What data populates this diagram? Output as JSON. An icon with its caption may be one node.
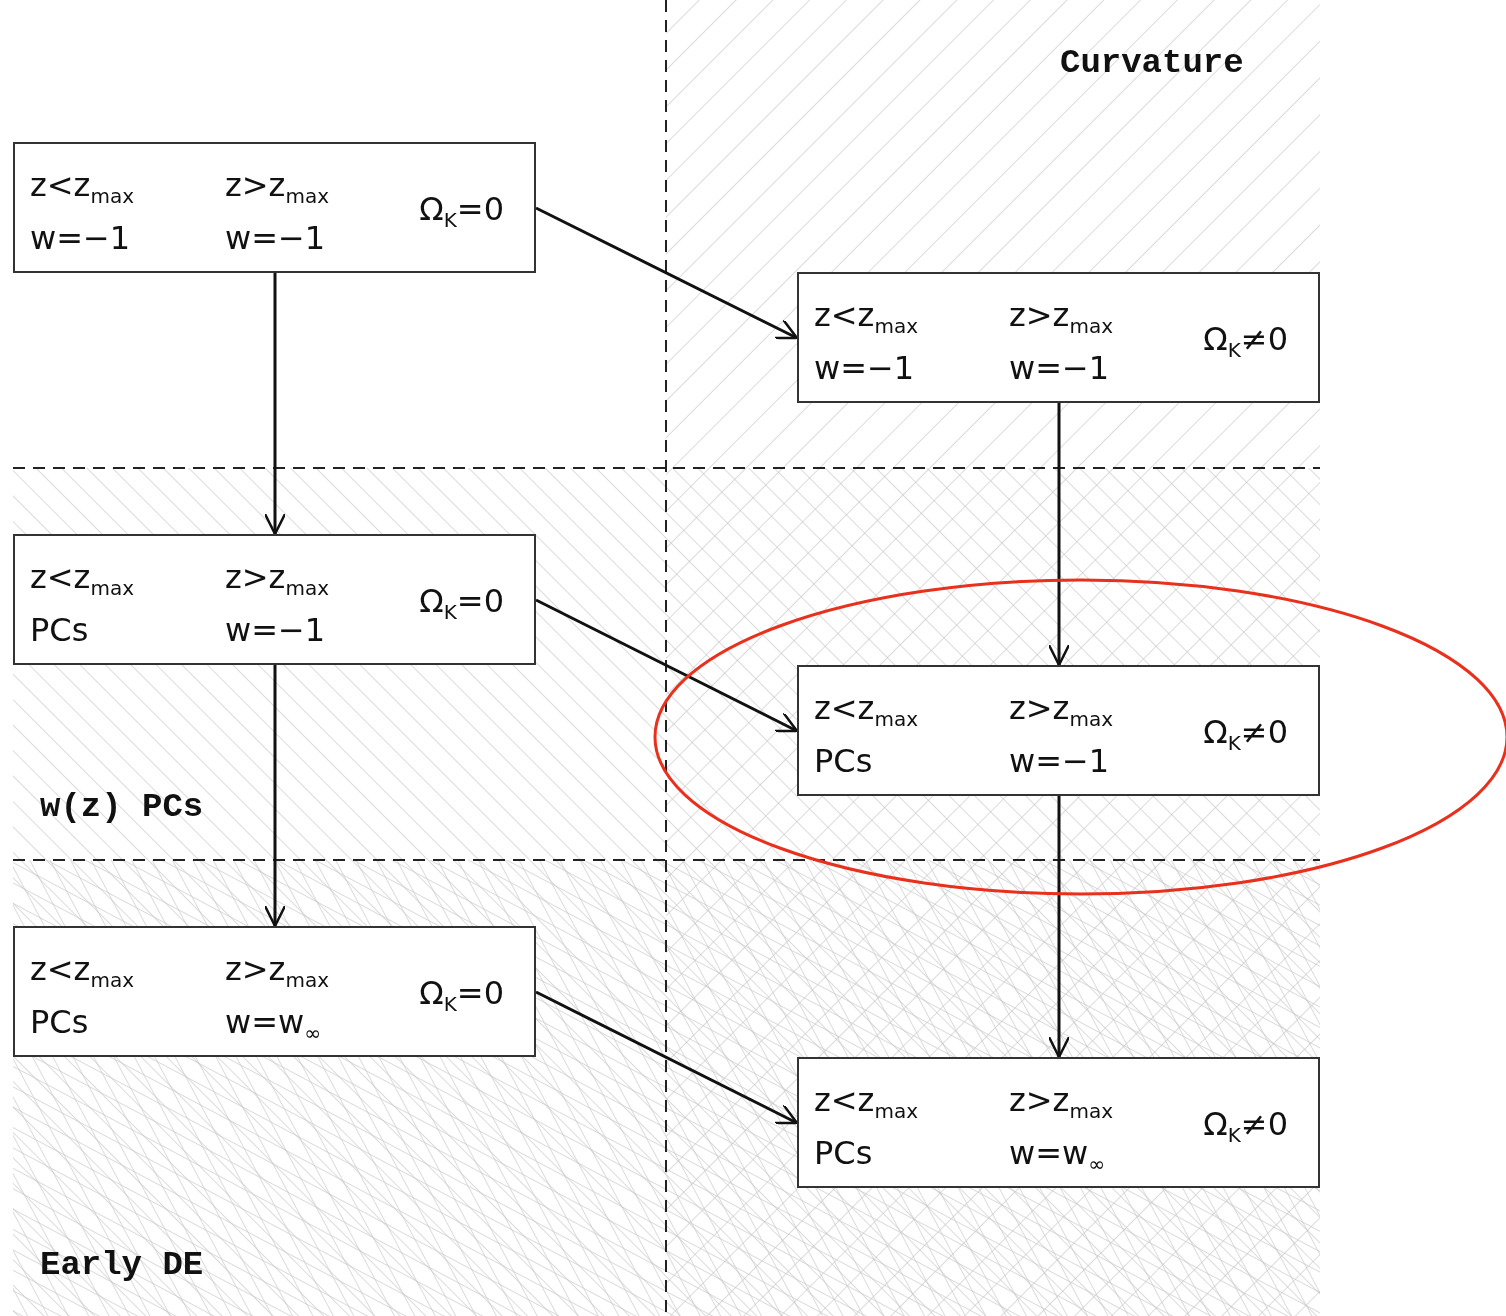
{
  "diagram": {
    "nodes": [
      {
        "text": [
          "z<z$_{max}$ w=−1",
          "z>z$_{max}$ w=−1",
          "Ω$_{K}$=0"
        ]
      },
      {
        "text": [
          "z<z$_{max}$ w=−1",
          "z>z$_{max}$ w=−1",
          "Ω$_{K}$≠0"
        ]
      },
      {
        "text": [
          "z<z$_{max}$ PCs",
          "z>z$_{max}$ w=−1",
          "Ω$_{K}$=0"
        ]
      },
      {
        "text": [
          "z<z$_{max}$ PCs",
          "z>z$_{max}$ w=−1",
          "Ω$_{K}$≠0"
        ]
      },
      {
        "text": [
          "z<z$_{max}$ PCs",
          "z>z$_{max}$ w=w$_{∞}$",
          "Ω$_{K}$=0"
        ]
      },
      {
        "text": [
          "z<z$_{max}$ PCs",
          "z>z$_{max}$ w=w$_{∞}$",
          "Ω$_{K}$≠0"
        ]
      }
    ],
    "edges": [
      {
        "from": 0,
        "to": 1,
        "arrow": "to"
      },
      {
        "from": 0,
        "to": 2,
        "arrow": "to"
      },
      {
        "from": 1,
        "to": 3,
        "arrow": "to"
      },
      {
        "from": 2,
        "to": 3,
        "arrow": "to"
      },
      {
        "from": 2,
        "to": 4,
        "arrow": "to"
      },
      {
        "from": 3,
        "to": 5,
        "arrow": "to"
      },
      {
        "from": 4,
        "to": 5,
        "arrow": "to"
      }
    ],
    "labels": [
      "Curvature",
      "w(z) PCs",
      "Early DE"
    ]
  }
}
